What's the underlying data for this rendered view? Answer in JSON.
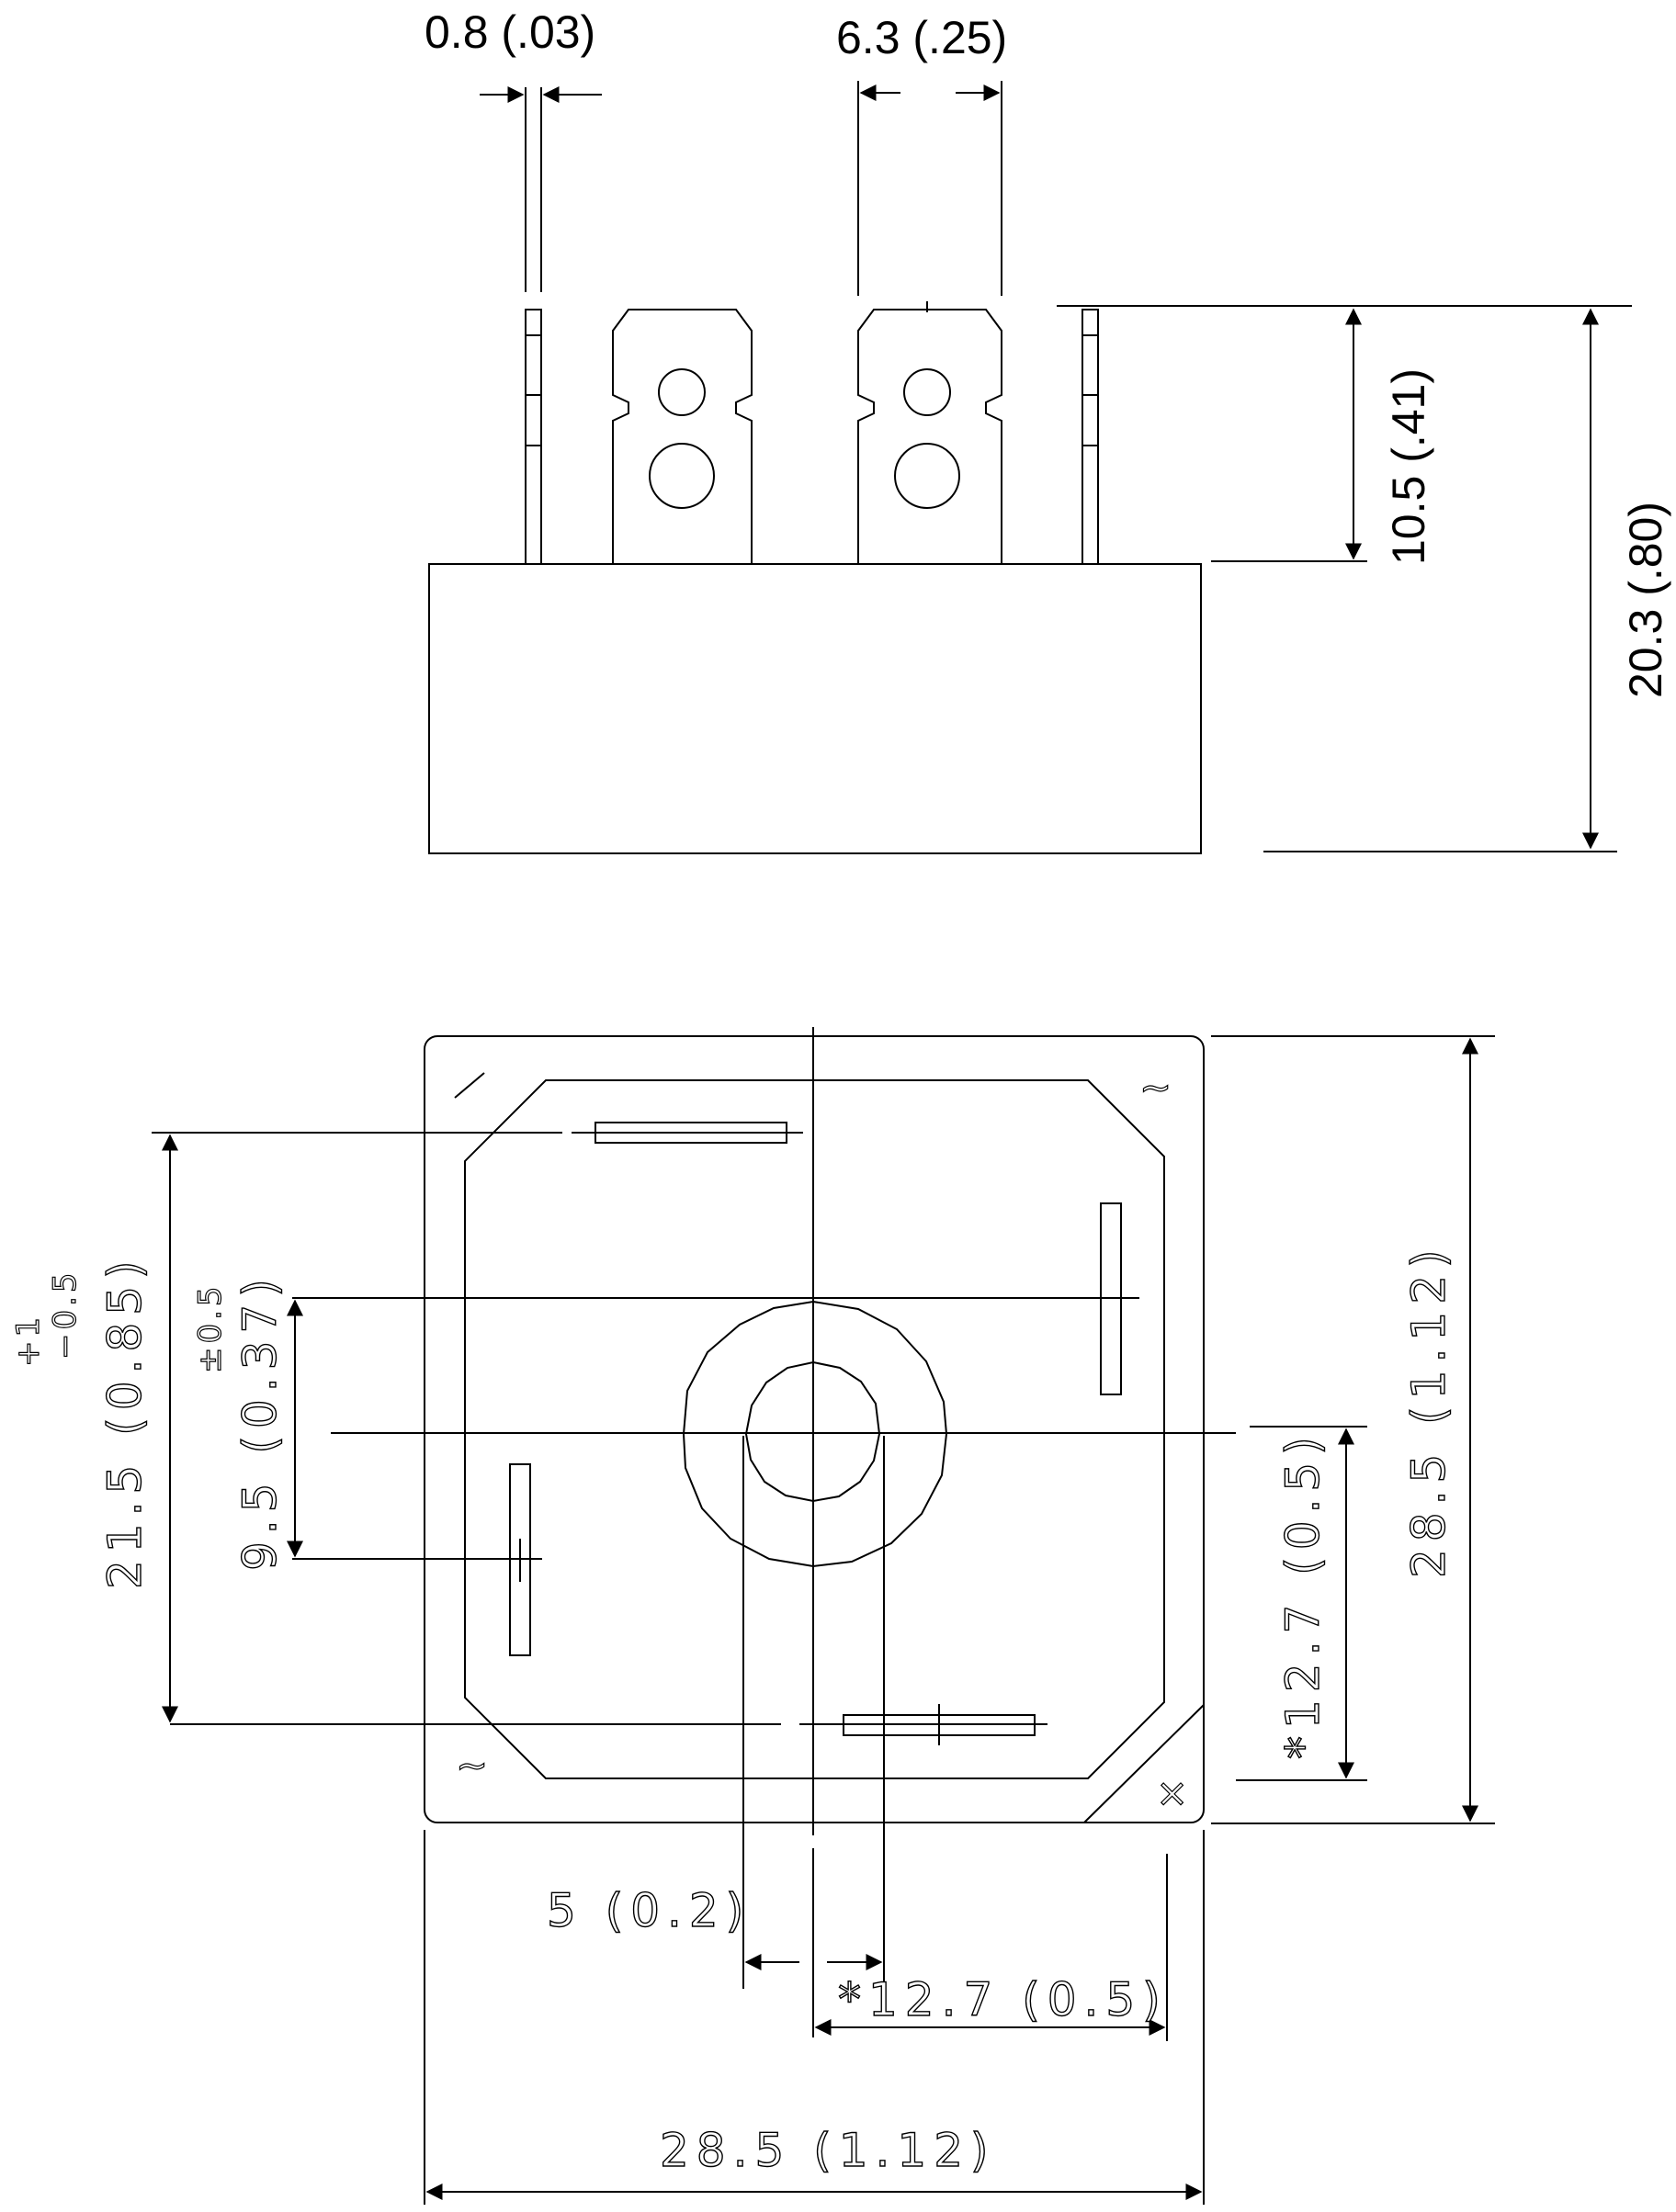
{
  "side_view": {
    "terminal_thickness": "0.8 (.03)",
    "terminal_width": "6.3 (.25)",
    "terminal_length": "10.5 (.41)",
    "total_height": "20.3 (.80)"
  },
  "bottom_view": {
    "terminal_spacing_vertical": "21.5 (0.85)",
    "terminal_spacing_vertical_tol_plus": "+1",
    "terminal_spacing_vertical_tol_minus": "−0.5",
    "offset_vertical": "9.5 (0.37)",
    "offset_vertical_tol": "±0.5",
    "body_height": "28.5 (1.12)",
    "terminal_pitch_vertical": "*12.7 (0.5)",
    "hole_offset": "5 (0.2)",
    "terminal_pitch_horizontal": "*12.7 (0.5)",
    "body_width": "28.5 (1.12)",
    "marks": {
      "ac_top": "~",
      "ac_bottom": "~",
      "plus": "∕",
      "minus": "×"
    }
  }
}
